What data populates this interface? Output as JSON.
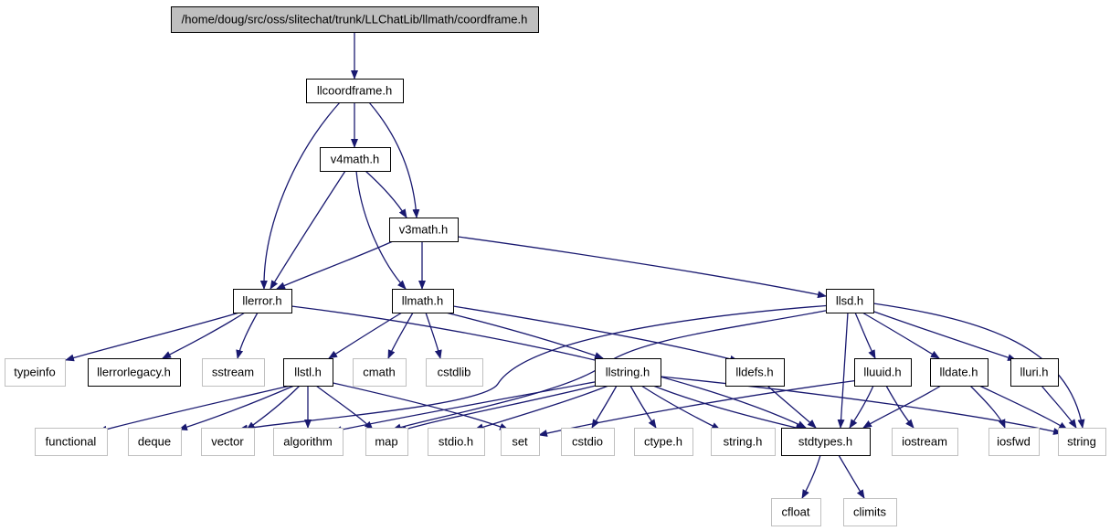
{
  "colors": {
    "edge": "#191970",
    "root_fill": "#bfbfbf",
    "documented_border": "#000000",
    "external_border": "#bfbfbf",
    "background": "#ffffff",
    "text": "#000000"
  },
  "nodes": [
    {
      "id": "coordframe",
      "label": "/home/doug/src/oss/slitechat/trunk/LLChatLib/llmath/coordframe.h",
      "kind": "root"
    },
    {
      "id": "llcoordframe",
      "label": "llcoordframe.h",
      "kind": "documented"
    },
    {
      "id": "v4math",
      "label": "v4math.h",
      "kind": "documented"
    },
    {
      "id": "v3math",
      "label": "v3math.h",
      "kind": "documented"
    },
    {
      "id": "llerror",
      "label": "llerror.h",
      "kind": "documented"
    },
    {
      "id": "llmath",
      "label": "llmath.h",
      "kind": "documented"
    },
    {
      "id": "llsd",
      "label": "llsd.h",
      "kind": "documented"
    },
    {
      "id": "typeinfo",
      "label": "typeinfo",
      "kind": "external"
    },
    {
      "id": "llerrorlegacy",
      "label": "llerrorlegacy.h",
      "kind": "documented"
    },
    {
      "id": "sstream",
      "label": "sstream",
      "kind": "external"
    },
    {
      "id": "llstl",
      "label": "llstl.h",
      "kind": "documented"
    },
    {
      "id": "cmath",
      "label": "cmath",
      "kind": "external"
    },
    {
      "id": "cstdlib",
      "label": "cstdlib",
      "kind": "external"
    },
    {
      "id": "llstring",
      "label": "llstring.h",
      "kind": "documented"
    },
    {
      "id": "lldefs",
      "label": "lldefs.h",
      "kind": "documented"
    },
    {
      "id": "lluuid",
      "label": "lluuid.h",
      "kind": "documented"
    },
    {
      "id": "lldate",
      "label": "lldate.h",
      "kind": "documented"
    },
    {
      "id": "lluri",
      "label": "lluri.h",
      "kind": "documented"
    },
    {
      "id": "functional",
      "label": "functional",
      "kind": "external"
    },
    {
      "id": "deque",
      "label": "deque",
      "kind": "external"
    },
    {
      "id": "vector",
      "label": "vector",
      "kind": "external"
    },
    {
      "id": "algorithm",
      "label": "algorithm",
      "kind": "external"
    },
    {
      "id": "map",
      "label": "map",
      "kind": "external"
    },
    {
      "id": "stdio",
      "label": "stdio.h",
      "kind": "external"
    },
    {
      "id": "set",
      "label": "set",
      "kind": "external"
    },
    {
      "id": "cstdio",
      "label": "cstdio",
      "kind": "external"
    },
    {
      "id": "ctype",
      "label": "ctype.h",
      "kind": "external"
    },
    {
      "id": "stringh",
      "label": "string.h",
      "kind": "external"
    },
    {
      "id": "stdtypes",
      "label": "stdtypes.h",
      "kind": "documented"
    },
    {
      "id": "iostream",
      "label": "iostream",
      "kind": "external"
    },
    {
      "id": "iosfwd",
      "label": "iosfwd",
      "kind": "external"
    },
    {
      "id": "string",
      "label": "string",
      "kind": "external"
    },
    {
      "id": "cfloat",
      "label": "cfloat",
      "kind": "external"
    },
    {
      "id": "climits",
      "label": "climits",
      "kind": "external"
    }
  ],
  "edges": [
    [
      "coordframe",
      "llcoordframe"
    ],
    [
      "llcoordframe",
      "v4math"
    ],
    [
      "llcoordframe",
      "v3math"
    ],
    [
      "llcoordframe",
      "llerror"
    ],
    [
      "v4math",
      "v3math"
    ],
    [
      "v4math",
      "llerror"
    ],
    [
      "v4math",
      "llmath"
    ],
    [
      "v3math",
      "llerror"
    ],
    [
      "v3math",
      "llmath"
    ],
    [
      "v3math",
      "llsd"
    ],
    [
      "llerror",
      "typeinfo"
    ],
    [
      "llerror",
      "llerrorlegacy"
    ],
    [
      "llerror",
      "sstream"
    ],
    [
      "llerror",
      "stdtypes"
    ],
    [
      "llmath",
      "llstl"
    ],
    [
      "llmath",
      "cmath"
    ],
    [
      "llmath",
      "cstdlib"
    ],
    [
      "llmath",
      "llstring"
    ],
    [
      "llmath",
      "lldefs"
    ],
    [
      "llsd",
      "vector"
    ],
    [
      "llsd",
      "map"
    ],
    [
      "llsd",
      "stdtypes"
    ],
    [
      "llsd",
      "lluuid"
    ],
    [
      "llsd",
      "lldate"
    ],
    [
      "llsd",
      "lluri"
    ],
    [
      "llsd",
      "string"
    ],
    [
      "llstl",
      "functional"
    ],
    [
      "llstl",
      "deque"
    ],
    [
      "llstl",
      "vector"
    ],
    [
      "llstl",
      "algorithm"
    ],
    [
      "llstl",
      "map"
    ],
    [
      "llstl",
      "set"
    ],
    [
      "llstring",
      "algorithm"
    ],
    [
      "llstring",
      "map"
    ],
    [
      "llstring",
      "stdio"
    ],
    [
      "llstring",
      "cstdio"
    ],
    [
      "llstring",
      "ctype"
    ],
    [
      "llstring",
      "stringh"
    ],
    [
      "llstring",
      "stdtypes"
    ],
    [
      "llstring",
      "string"
    ],
    [
      "lldefs",
      "stdtypes"
    ],
    [
      "lluuid",
      "set"
    ],
    [
      "lluuid",
      "stdtypes"
    ],
    [
      "lluuid",
      "iostream"
    ],
    [
      "lldate",
      "stdtypes"
    ],
    [
      "lldate",
      "iosfwd"
    ],
    [
      "lldate",
      "string"
    ],
    [
      "lluri",
      "string"
    ],
    [
      "stdtypes",
      "cfloat"
    ],
    [
      "stdtypes",
      "climits"
    ]
  ]
}
